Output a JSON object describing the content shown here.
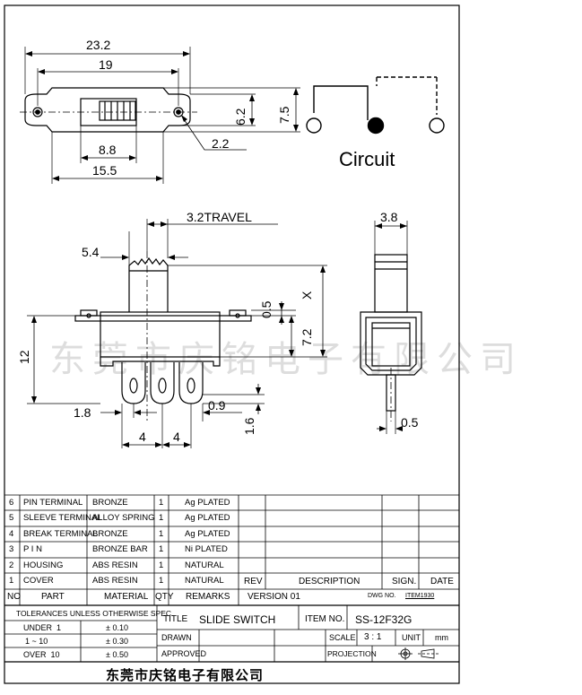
{
  "drawing": {
    "dims": {
      "overall_length": "23.2",
      "hole_pitch": "19",
      "slot_width": "8.8",
      "body_length": "15.5",
      "hole_dia": "2.2",
      "slot_height": "6.2",
      "body_height": "7.5",
      "travel": "3.2TRAVEL",
      "actuator_width": "5.4",
      "actuator_gap": "0.5",
      "x_label": "X",
      "body_depth": "7.2",
      "total_height": "12",
      "terminal_offset": "1.8",
      "pitch_a": "4",
      "pitch_b": "4",
      "terminal_width": "0.9",
      "terminal_length": "1.6",
      "side_width": "3.8",
      "pin_thick": "0.5"
    },
    "circuit_label": "Circuit",
    "watermark": "东莞市庆铭电子有限公司"
  },
  "parts": [
    {
      "no": "6",
      "part": "PIN TERMINAL",
      "material": "BRONZE",
      "qty": "1",
      "remarks": "Ag PLATED"
    },
    {
      "no": "5",
      "part": "SLEEVE TERMINAL",
      "material": "ALLOY SPRING",
      "qty": "1",
      "remarks": "Ag PLATED"
    },
    {
      "no": "4",
      "part": "BREAK TERMINAL",
      "material": "BRONZE",
      "qty": "1",
      "remarks": "Ag PLATED"
    },
    {
      "no": "3",
      "part": "P I N",
      "material": "BRONZE BAR",
      "qty": "1",
      "remarks": "Ni PLATED"
    },
    {
      "no": "2",
      "part": "HOUSING",
      "material": "ABS RESIN",
      "qty": "1",
      "remarks": "NATURAL"
    },
    {
      "no": "1",
      "part": "COVER",
      "material": "ABS RESIN",
      "qty": "1",
      "remarks": "NATURAL"
    }
  ],
  "headers": {
    "no": "NO",
    "part": "PART",
    "material": "MATERIAL",
    "qty": "QTY",
    "remarks": "REMARKS",
    "version": "VERSION 01",
    "dwg_no_label": "DWG NO.",
    "dwg_no_value": "ITEM1930",
    "rev": "REV",
    "description": "DESCRIPTION",
    "sign": "SIGN.",
    "date": "DATE"
  },
  "tolerances": {
    "title": "TOLERANCES UNLESS OTHERWISE SPEC.",
    "rows": [
      {
        "range": "UNDER  1",
        "value": "± 0.10"
      },
      {
        "range": "1 ~ 10",
        "value": "± 0.30"
      },
      {
        "range": "OVER  10",
        "value": "± 0.50"
      }
    ]
  },
  "title_block": {
    "title_label": "TITLE",
    "title_value": "SLIDE SWITCH",
    "item_label": "ITEM NO.",
    "item_value": "SS-12F32G",
    "drawn_label": "DRAWN",
    "scale_label": "SCALE",
    "scale_value": "3 : 1",
    "unit_label": "UNIT",
    "unit_value": "mm",
    "approved_label": "APPROVED",
    "projection_label": "PROJECTION"
  },
  "company": "东莞市庆铭电子有限公司"
}
